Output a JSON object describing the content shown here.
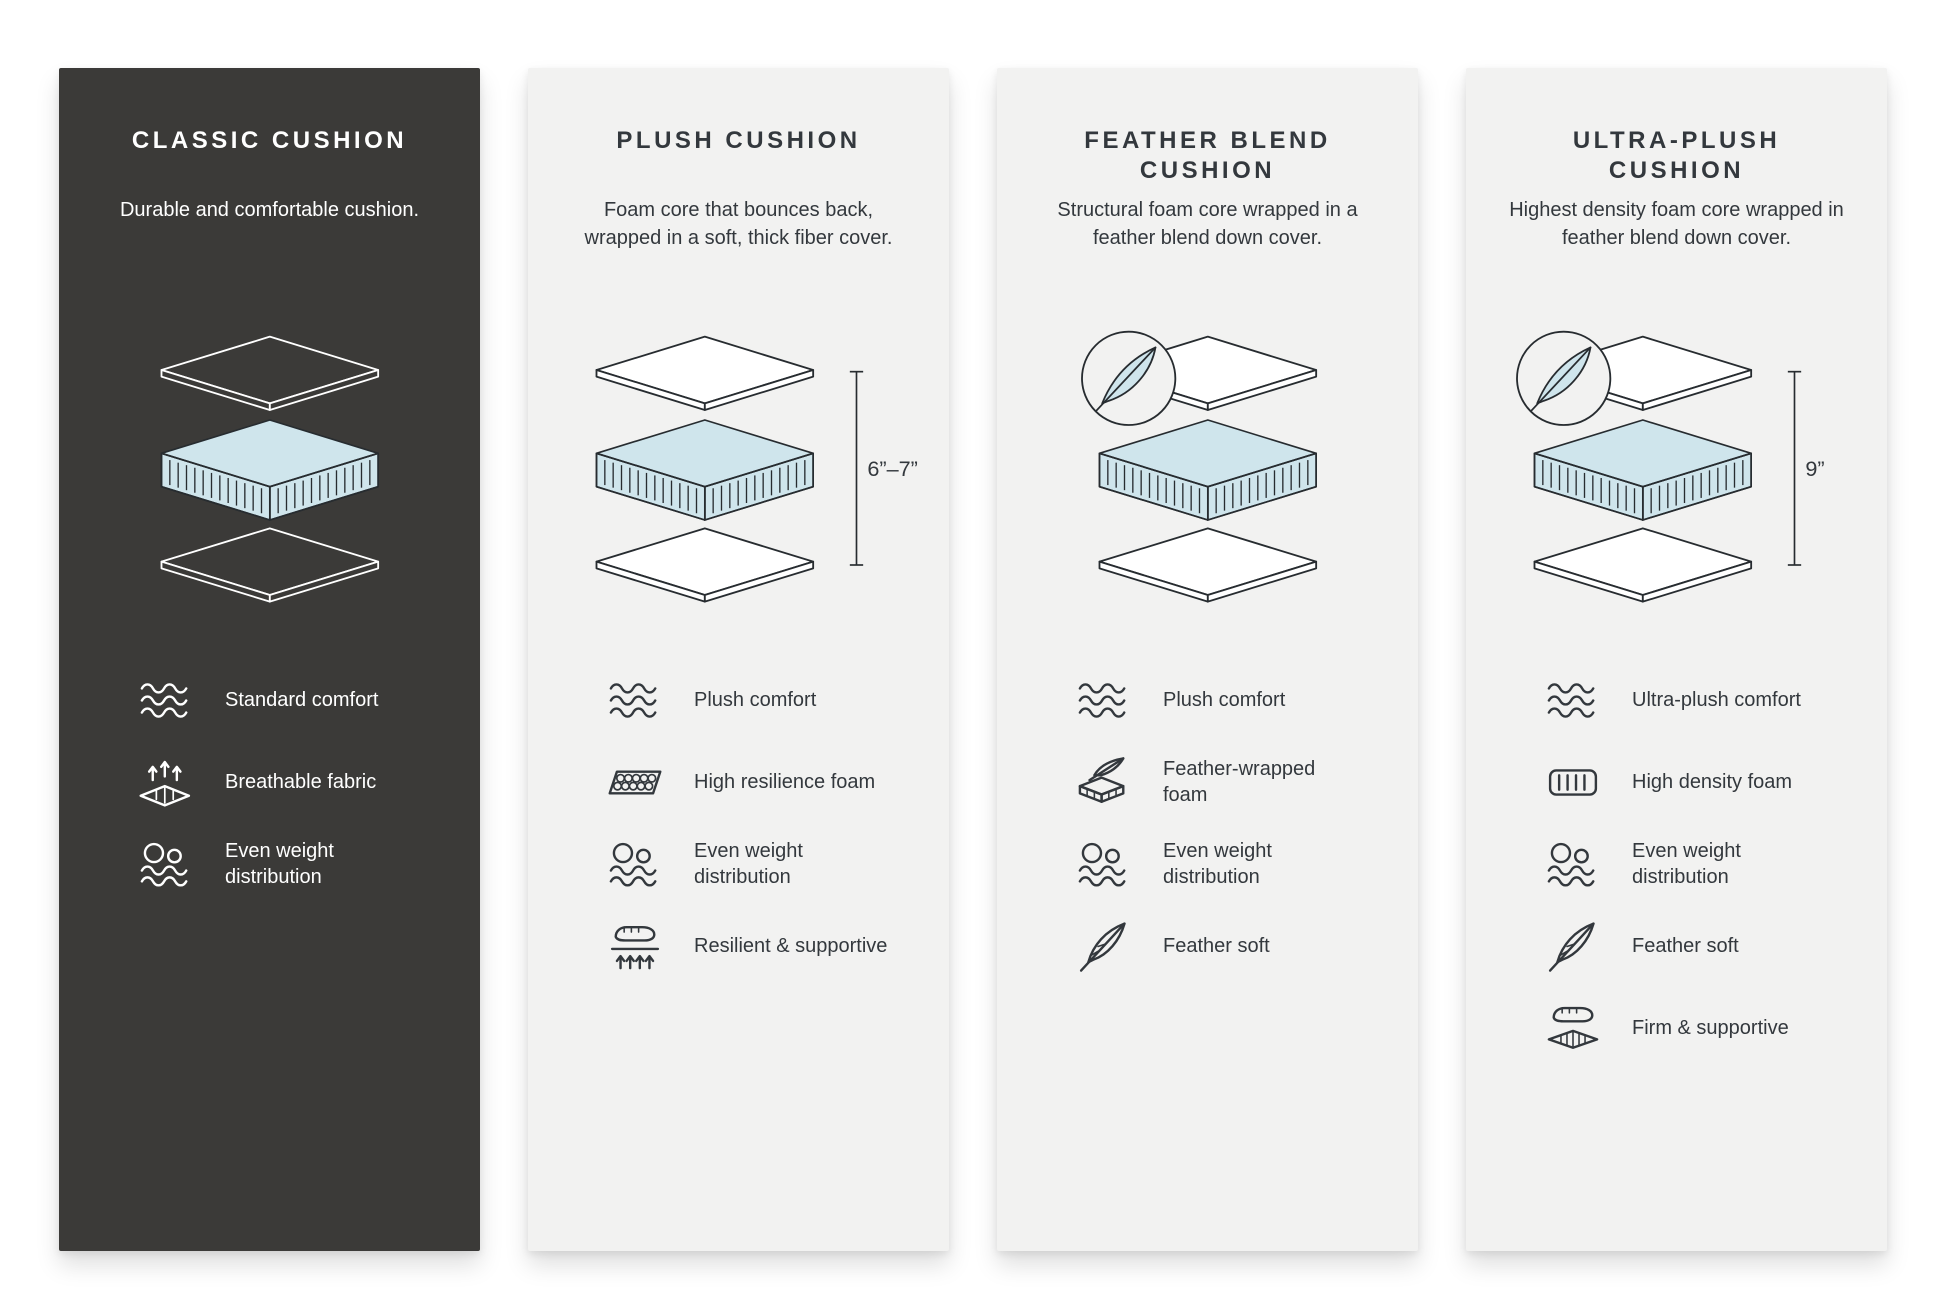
{
  "infographic": {
    "colors": {
      "dark_panel": "#3b3a38",
      "light_panel": "#f2f2f1",
      "foam_blue": "#cfe5ec",
      "outline": "#272c30"
    },
    "panels": [
      {
        "theme": "dark",
        "title": "CLASSIC CUSHION",
        "description": "Durable and comfortable cushion.",
        "diagram": {
          "feather_badge": false,
          "measurement": ""
        },
        "features": [
          {
            "icon": "comfort-waves-icon",
            "label": "Standard comfort"
          },
          {
            "icon": "breathable-fabric-icon",
            "label": "Breathable fabric"
          },
          {
            "icon": "even-weight-icon",
            "label": "Even weight distribution"
          }
        ]
      },
      {
        "theme": "light",
        "title": "PLUSH CUSHION",
        "description": "Foam core that bounces back, wrapped in a soft, thick fiber cover.",
        "diagram": {
          "feather_badge": false,
          "measurement": "6”–7”"
        },
        "features": [
          {
            "icon": "comfort-waves-icon",
            "label": "Plush comfort"
          },
          {
            "icon": "resilience-foam-icon",
            "label": "High resilience foam"
          },
          {
            "icon": "even-weight-icon",
            "label": "Even weight distribution"
          },
          {
            "icon": "resilient-supportive-icon",
            "label": "Resilient & supportive"
          }
        ]
      },
      {
        "theme": "light",
        "title": "FEATHER BLEND CUSHION",
        "description": "Structural foam core wrapped in a feather blend down cover.",
        "diagram": {
          "feather_badge": true,
          "measurement": ""
        },
        "features": [
          {
            "icon": "comfort-waves-icon",
            "label": "Plush comfort"
          },
          {
            "icon": "feather-wrapped-foam-icon",
            "label": "Feather-wrapped foam"
          },
          {
            "icon": "even-weight-icon",
            "label": "Even weight distribution"
          },
          {
            "icon": "feather-soft-icon",
            "label": "Feather soft"
          }
        ]
      },
      {
        "theme": "light",
        "title": "ULTRA-PLUSH CUSHION",
        "description": "Highest density foam core wrapped in feather blend down cover.",
        "diagram": {
          "feather_badge": true,
          "measurement": "9”"
        },
        "features": [
          {
            "icon": "comfort-waves-icon",
            "label": "Ultra-plush comfort"
          },
          {
            "icon": "density-foam-icon",
            "label": "High density foam"
          },
          {
            "icon": "even-weight-icon",
            "label": "Even weight distribution"
          },
          {
            "icon": "feather-soft-icon",
            "label": "Feather soft"
          },
          {
            "icon": "firm-supportive-icon",
            "label": "Firm & supportive"
          }
        ]
      }
    ]
  }
}
